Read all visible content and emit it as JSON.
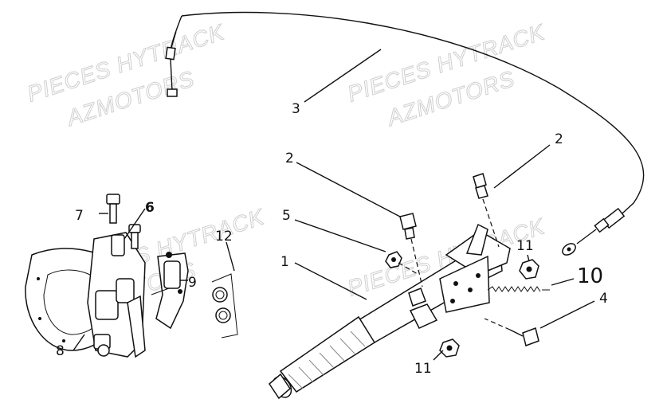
{
  "watermark": {
    "brand_line": "PIECES HYTRACK",
    "maker_line": "AZMOTORS"
  },
  "callouts": {
    "c1": "1",
    "c2a": "2",
    "c2b": "2",
    "c3": "3",
    "c4": "4",
    "c5": "5",
    "c6": "6",
    "c7": "7",
    "c8": "8",
    "c9": "9",
    "c10": "10",
    "c11a": "11",
    "c11b": "11",
    "c12": "12"
  }
}
